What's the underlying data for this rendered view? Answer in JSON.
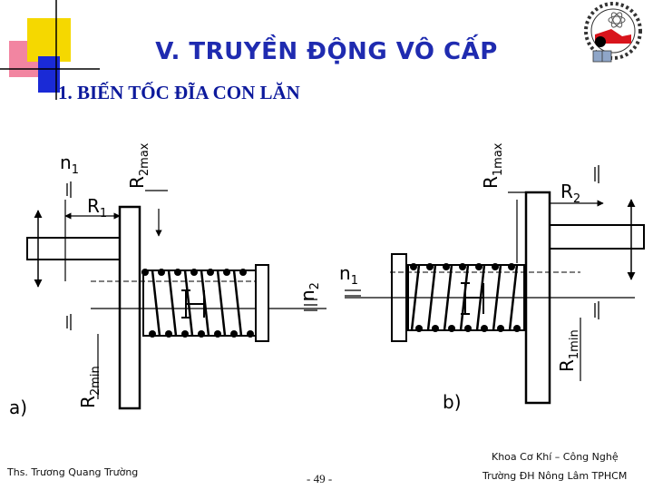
{
  "header": {
    "title": "V. TRUYỀN ĐỘNG VÔ CẤP",
    "subtitle": "1. BIẾN TỐC ĐĨA CON LĂN"
  },
  "diagram": {
    "a": {
      "panel_label": "a)",
      "n1": "n",
      "n1_sub": "1",
      "n2": "n",
      "n2_sub": "2",
      "R1": "R",
      "R1_sub": "1",
      "R2max": "R",
      "R2max_sub": "2max",
      "R2min": "R",
      "R2min_sub": "2min"
    },
    "b": {
      "panel_label": "b)",
      "n1": "n",
      "n1_sub": "1",
      "R2": "R",
      "R2_sub": "2",
      "R1max": "R",
      "R1max_sub": "1max",
      "R1min": "R",
      "R1min_sub": "1min"
    }
  },
  "footer": {
    "author": "Ths. Trương Quang Trường",
    "page": "- 49 -",
    "dept": "Khoa Cơ Khí – Công Nghệ",
    "school": "Trường ĐH Nông Lâm TPHCM"
  },
  "colors": {
    "title": "#1f2bb0",
    "accent_yellow": "#f5d800",
    "accent_blue": "#1a2ad6",
    "accent_pink": "#f07090",
    "logo_red": "#d8141c"
  }
}
